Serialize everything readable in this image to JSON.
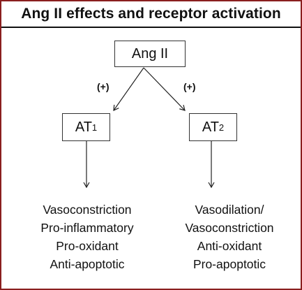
{
  "title": "Ang II effects and receptor activation",
  "nodes": {
    "top": {
      "label": "Ang II"
    },
    "left": {
      "label": "AT",
      "subscript": "1"
    },
    "right": {
      "label": "AT",
      "subscript": "2"
    }
  },
  "edge_labels": {
    "left": "(+)",
    "right": "(+)"
  },
  "effects": {
    "left": [
      "Vasoconstriction",
      "Pro-inflammatory",
      "Pro-oxidant",
      "Anti-apoptotic"
    ],
    "right": [
      "Vasodilation/",
      "Vasoconstriction",
      "Anti-oxidant",
      "Pro-apoptotic"
    ]
  },
  "colors": {
    "frame_border": "#8a1f1f",
    "text": "#111111",
    "box_border": "#333333"
  }
}
